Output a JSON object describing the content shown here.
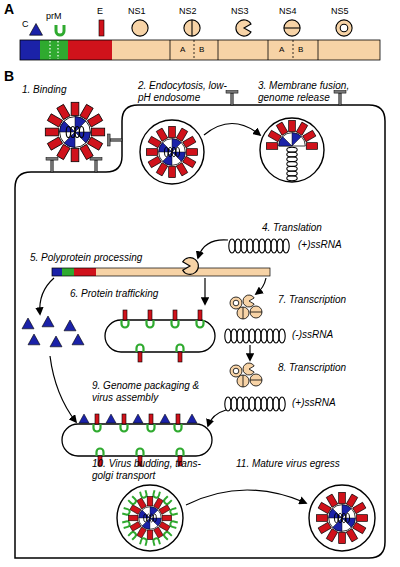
{
  "diagram": {
    "labels": [
      "A",
      "C",
      "prM",
      "E",
      "NS1",
      "NS2",
      "NS3",
      "NS4",
      "NS5",
      "A",
      "B",
      "A",
      "B",
      "B",
      "1. Binding",
      "2. Endocytosis, low-pH endosome",
      "3. Membrane fusion, genome release",
      "4. Translation",
      "(+)ssRNA",
      "5. Polyprotein processing",
      "6. Protein trafficking",
      "7. Transcription",
      "(-)ssRNA",
      "8. Transcription",
      "(+)ssRNA",
      "9. Genome packaging & virus assembly",
      "10. Virus budding, trans-golgi transport",
      "11. Mature virus egress"
    ]
  }
}
